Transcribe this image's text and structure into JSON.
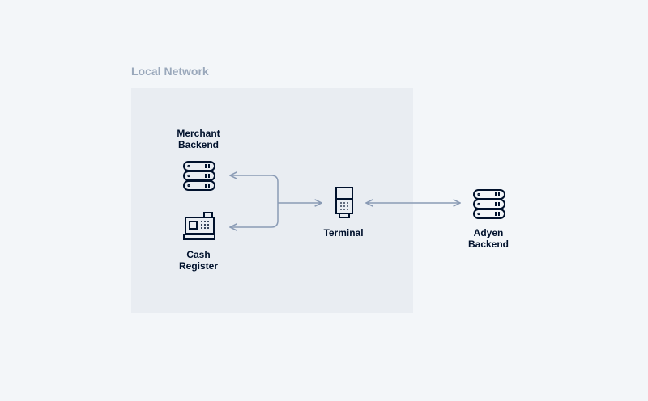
{
  "network": {
    "title": "Local Network"
  },
  "nodes": {
    "merchant_backend": {
      "line1": "Merchant",
      "line2": "Backend",
      "icon": "server-stack-icon"
    },
    "cash_register": {
      "line1": "Cash",
      "line2": "Register",
      "icon": "cash-register-icon"
    },
    "terminal": {
      "line1": "Terminal",
      "icon": "payment-terminal-icon"
    },
    "adyen_backend": {
      "line1": "Adyen",
      "line2": "Backend",
      "icon": "server-stack-icon"
    }
  },
  "colors": {
    "background": "#f3f6f9",
    "network_box": "#e9edf2",
    "network_title": "#9aa8bb",
    "icon": "#00112c",
    "arrow": "#8a9bb5"
  }
}
